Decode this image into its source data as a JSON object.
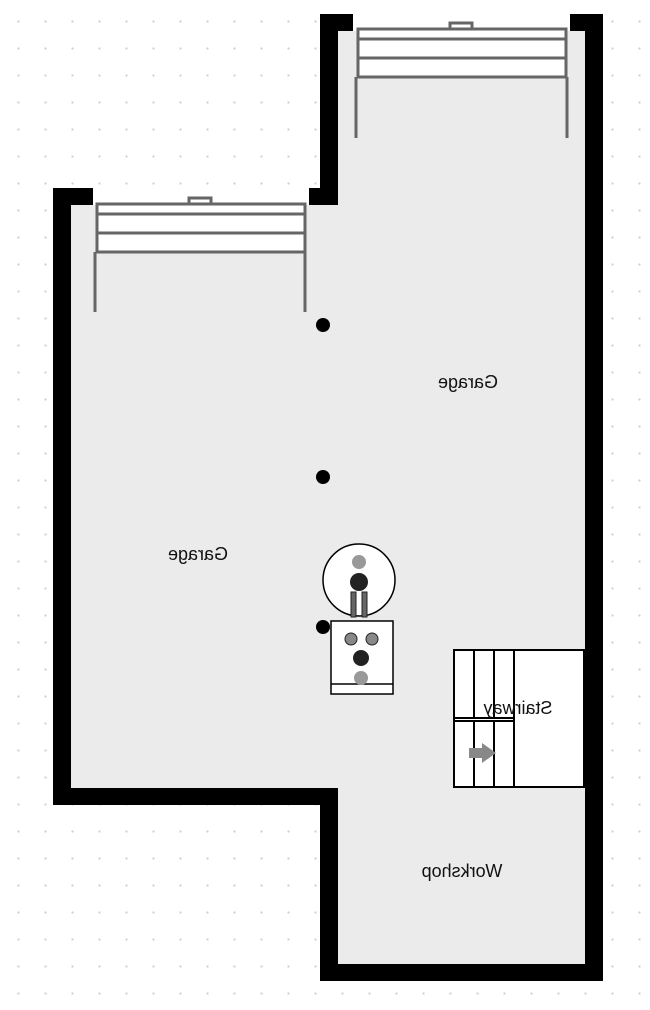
{
  "rooms": [
    {
      "label": "Garage"
    },
    {
      "label": "Garage"
    },
    {
      "label": "Stairway"
    },
    {
      "label": "Workshop"
    }
  ],
  "icons": [
    "garage-door-icon",
    "water-heater-icon",
    "furnace-icon",
    "stair-arrow-icon",
    "column-icon"
  ],
  "colors": {
    "wall": "#000000",
    "floor": "#ebebeb",
    "door": "#666666"
  }
}
